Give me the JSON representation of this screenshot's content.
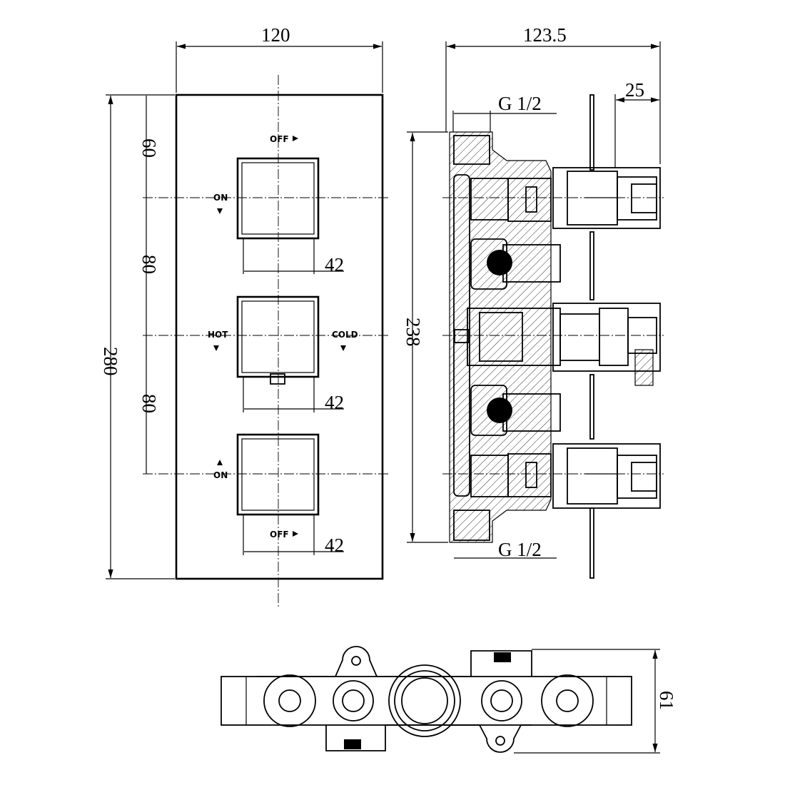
{
  "front_view": {
    "width_dim": "120",
    "height_dim": "280",
    "chain_dims": [
      "60",
      "80",
      "80"
    ],
    "knob_width_dims": [
      "42",
      "42",
      "42"
    ],
    "labels": {
      "off_top": "OFF",
      "on_top": "ON",
      "hot": "HOT",
      "cold": "COLD",
      "on_bottom": "ON",
      "off_bottom": "OFF"
    }
  },
  "side_view": {
    "depth_dim": "123.5",
    "height_dim": "238",
    "handle_dim": "25",
    "thread_top": "G 1/2",
    "thread_bottom": "G 1/2"
  },
  "bottom_view": {
    "depth_dim": "61"
  }
}
